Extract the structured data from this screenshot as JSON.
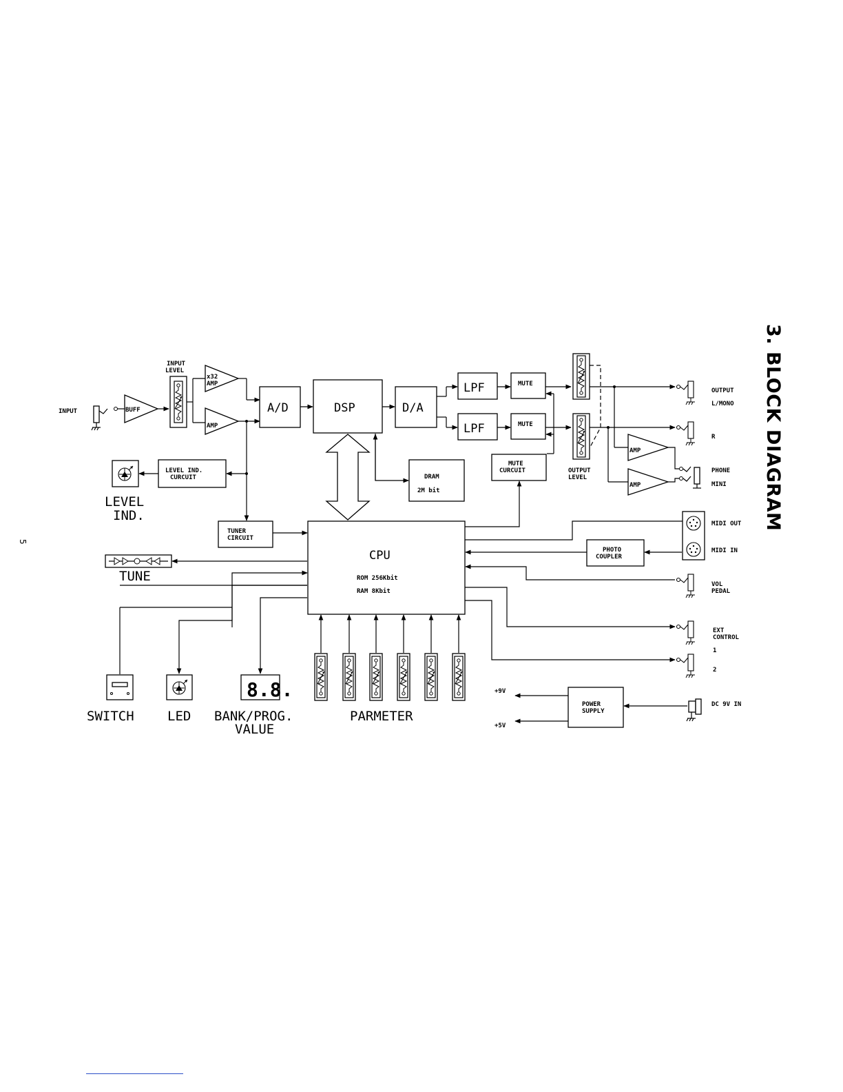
{
  "title": "3. BLOCK DIAGRAM",
  "page_number": "5",
  "labels": {
    "input": "INPUT",
    "input_level_1": "INPUT",
    "input_level_2": "LEVEL",
    "buff": "BUFF",
    "x32_1": "x32",
    "x32_2": "AMP",
    "amp": "AMP",
    "ad": "A/D",
    "dsp": "DSP",
    "da": "D/A",
    "lpf": "LPF",
    "mute": "MUTE",
    "output_level_1": "OUTPUT",
    "output_level_2": "LEVEL",
    "output_lmono_1": "OUTPUT",
    "output_lmono_2": "L/MONO",
    "r": "R",
    "phone": "PHONE",
    "mini": "MINI",
    "level_ind_circuit_1": "LEVEL IND.",
    "level_ind_circuit_2": "CURCUIT",
    "level_ind_1": "LEVEL",
    "level_ind_2": "IND.",
    "dram_1": "DRAM",
    "dram_2": "2M bit",
    "mute_circuit_1": "MUTE",
    "mute_circuit_2": "CURCUIT",
    "tuner_1": "TUNER",
    "tuner_2": "CIRCUIT",
    "cpu": "CPU",
    "rom": "ROM 256Kbit",
    "ram": "RAM 8Kbit",
    "tune": "TUNE",
    "midi_out": "MIDI OUT",
    "midi_in": "MIDI IN",
    "photo_1": "PHOTO",
    "photo_2": "COUPLER",
    "vol_1": "VOL",
    "vol_2": "PEDAL",
    "ext_1": "EXT",
    "ext_2": "CONTROL",
    "ext_n1": "1",
    "ext_n2": "2",
    "plus9v": "+9V",
    "plus5v": "+5V",
    "power_1": "POWER",
    "power_2": "SUPPLY",
    "dc9v": "DC 9V IN",
    "switch": "SWITCH",
    "led": "LED",
    "bank_1": "BANK/PROG.",
    "bank_2": "VALUE",
    "parmeter": "PARMETER",
    "seg_display": "8.8."
  }
}
